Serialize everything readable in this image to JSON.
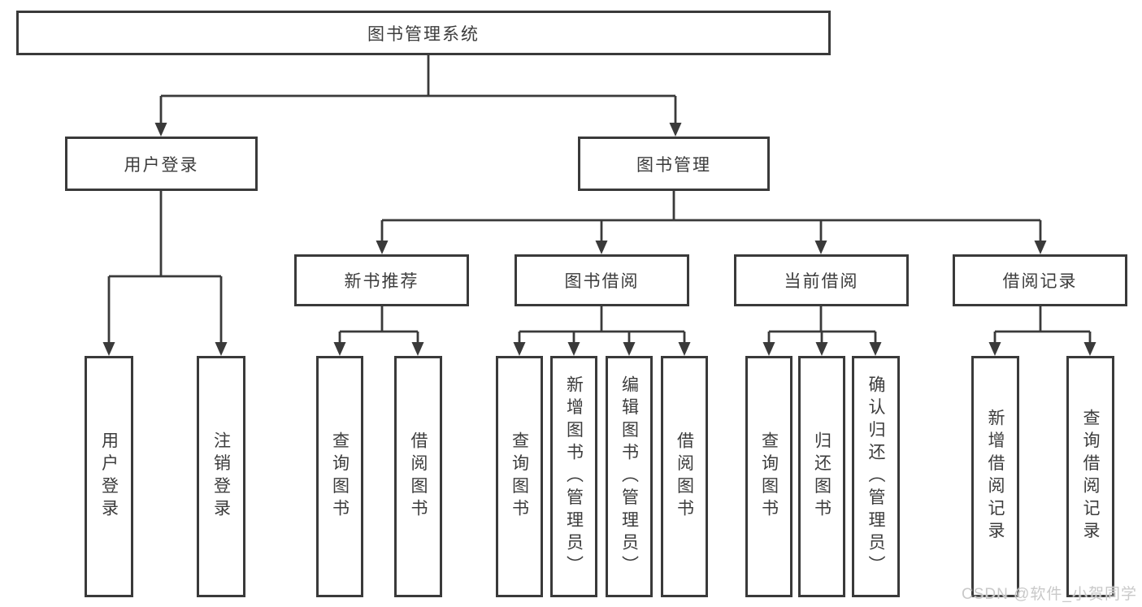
{
  "diagram": {
    "type": "hierarchy-tree",
    "watermark": "CSDN @软件_小贺同学",
    "colors": {
      "line": "#3a3a3a",
      "box_border": "#3a3a3a",
      "text": "#3c3c3c",
      "watermark": "#c9c9c9",
      "background": "#ffffff"
    },
    "nodes": {
      "root": {
        "label": "图书管理系统"
      },
      "user_login_branch": {
        "label": "用户登录"
      },
      "book_mgmt_branch": {
        "label": "图书管理"
      },
      "new_book": {
        "label": "新书推荐"
      },
      "book_borrow": {
        "label": "图书借阅"
      },
      "current_borrow": {
        "label": "当前借阅"
      },
      "borrow_records": {
        "label": "借阅记录"
      },
      "leaves": {
        "user_login": "用户登录",
        "logout": "注销登录",
        "nb_query": "查询图书",
        "nb_borrow": "借阅图书",
        "bb_query": "查询图书",
        "bb_add": "新增图书（管理员）",
        "bb_edit": "编辑图书（管理员）",
        "bb_borrow": "借阅图书",
        "cb_query": "查询图书",
        "cb_return": "归还图书",
        "cb_confirm": "确认归还（管理员）",
        "br_add": "新增借阅记录",
        "br_query": "查询借阅记录"
      }
    },
    "hierarchy": {
      "图书管理系统": {
        "用户登录": [
          "用户登录",
          "注销登录"
        ],
        "图书管理": {
          "新书推荐": [
            "查询图书",
            "借阅图书"
          ],
          "图书借阅": [
            "查询图书",
            "新增图书（管理员）",
            "编辑图书（管理员）",
            "借阅图书"
          ],
          "当前借阅": [
            "查询图书",
            "归还图书",
            "确认归还（管理员）"
          ],
          "借阅记录": [
            "新增借阅记录",
            "查询借阅记录"
          ]
        }
      }
    }
  }
}
